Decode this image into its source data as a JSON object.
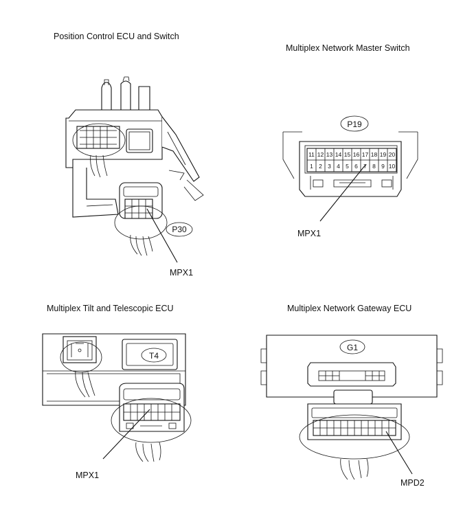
{
  "panels": {
    "position_control": {
      "title": "Position Control ECU and Switch",
      "connector": "P30",
      "pointer": "MPX1"
    },
    "master_switch": {
      "title": "Multiplex Network Master Switch",
      "connector": "P19",
      "pointer": "MPX1",
      "pins_top": [
        "11",
        "12",
        "13",
        "14",
        "15",
        "16",
        "17",
        "18",
        "19",
        "20"
      ],
      "pins_bottom": [
        "1",
        "2",
        "3",
        "4",
        "5",
        "6",
        "7",
        "8",
        "9",
        "10"
      ]
    },
    "tilt_telescopic": {
      "title": "Multiplex Tilt and Telescopic ECU",
      "connector": "T4",
      "pointer": "MPX1"
    },
    "gateway": {
      "title": "Multiplex Network Gateway ECU",
      "connector": "G1",
      "pointer": "MPD2"
    }
  }
}
